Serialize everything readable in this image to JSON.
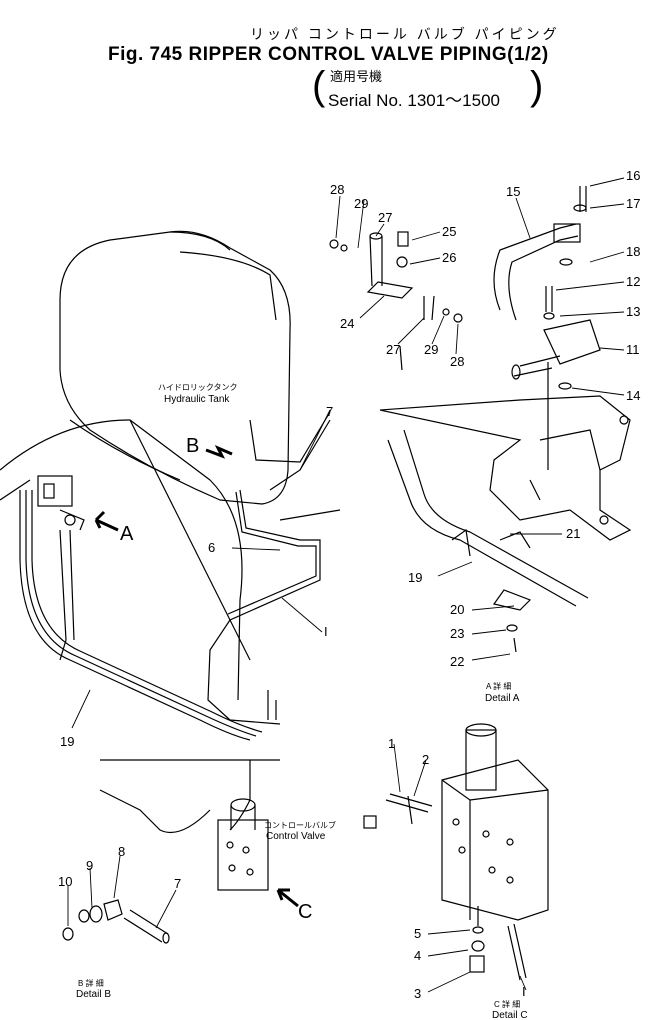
{
  "title": {
    "jp": "リッパ コントロール バルブ パイピング",
    "en": "Fig. 745 RIPPER CONTROL VALVE PIPING(1/2)",
    "serial_jp": "適用号機",
    "serial": "Serial No. 1301～1500"
  },
  "labels": {
    "tank_jp": "ハイドロリックタンク",
    "tank_en": "Hydraulic Tank",
    "valve_jp": "コントロールバルブ",
    "valve_en": "Control Valve",
    "arrow_a": "A",
    "arrow_b": "B",
    "arrow_c": "C",
    "detail_a_jp": "A 詳 細",
    "detail_a_en": "Detail A",
    "detail_b_jp": "B 詳 細",
    "detail_b_en": "Detail B",
    "detail_c_jp": "C 詳 細",
    "detail_c_en": "Detail C"
  },
  "callouts": {
    "c1": "1",
    "c2": "2",
    "c3": "3",
    "c4": "4",
    "c5": "5",
    "c6": "6",
    "c7": "7",
    "c7b": "7",
    "c8": "8",
    "c9": "9",
    "c10": "10",
    "c11": "11",
    "c12": "12",
    "c13": "13",
    "c14": "14",
    "c15": "15",
    "c16": "16",
    "c17": "17",
    "c18": "18",
    "c19": "19",
    "c19b": "19",
    "c20": "20",
    "c21": "21",
    "c22": "22",
    "c23": "23",
    "c24": "24",
    "c25": "25",
    "c26": "26",
    "c27": "27",
    "c27b": "27",
    "c28": "28",
    "c28b": "28",
    "c29": "29",
    "c29b": "29",
    "cI": "I",
    "cI2": "I"
  }
}
